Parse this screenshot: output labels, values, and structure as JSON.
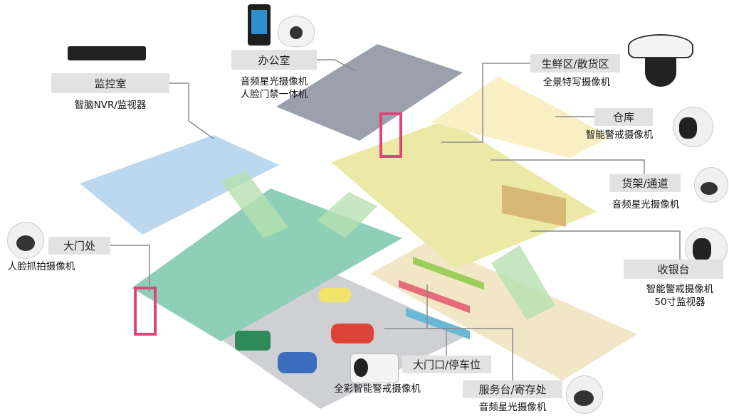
{
  "zones": [
    {
      "id": "monitor-room",
      "label": "监控室",
      "devices": [
        "智脑NVR/监视器"
      ]
    },
    {
      "id": "office",
      "label": "办公室",
      "devices": [
        "音频星光摄像机",
        "人脸门禁一体机"
      ]
    },
    {
      "id": "fresh-area",
      "label": "生鲜区/散货区",
      "devices": [
        "全景特写摄像机"
      ]
    },
    {
      "id": "warehouse",
      "label": "仓库",
      "devices": [
        "智能警戒摄像机"
      ]
    },
    {
      "id": "shelf-aisle",
      "label": "货架/通道",
      "devices": [
        "音频星光摄像机"
      ]
    },
    {
      "id": "cashier",
      "label": "收银台",
      "devices": [
        "智能警戒摄像机",
        "50寸监视器"
      ]
    },
    {
      "id": "main-gate",
      "label": "大门处",
      "devices": [
        "人脸抓拍摄像机"
      ]
    },
    {
      "id": "entrance-parking",
      "label": "大门口/停车位",
      "devices": [
        "全彩智能警戒摄像机"
      ]
    },
    {
      "id": "service-desk",
      "label": "服务台/寄存处",
      "devices": [
        "音频星光摄像机"
      ]
    }
  ],
  "colors": {
    "label_bg": "#e2e2e2",
    "leader": "#8a8a8a",
    "floor_blue": "#bcd8ee",
    "floor_green": "#8fcfb8",
    "floor_yellow": "#ece9a6",
    "floor_cream": "#f5eccb",
    "floor_grey": "#9aa1ad",
    "floor_parking": "#cfd0d4"
  }
}
